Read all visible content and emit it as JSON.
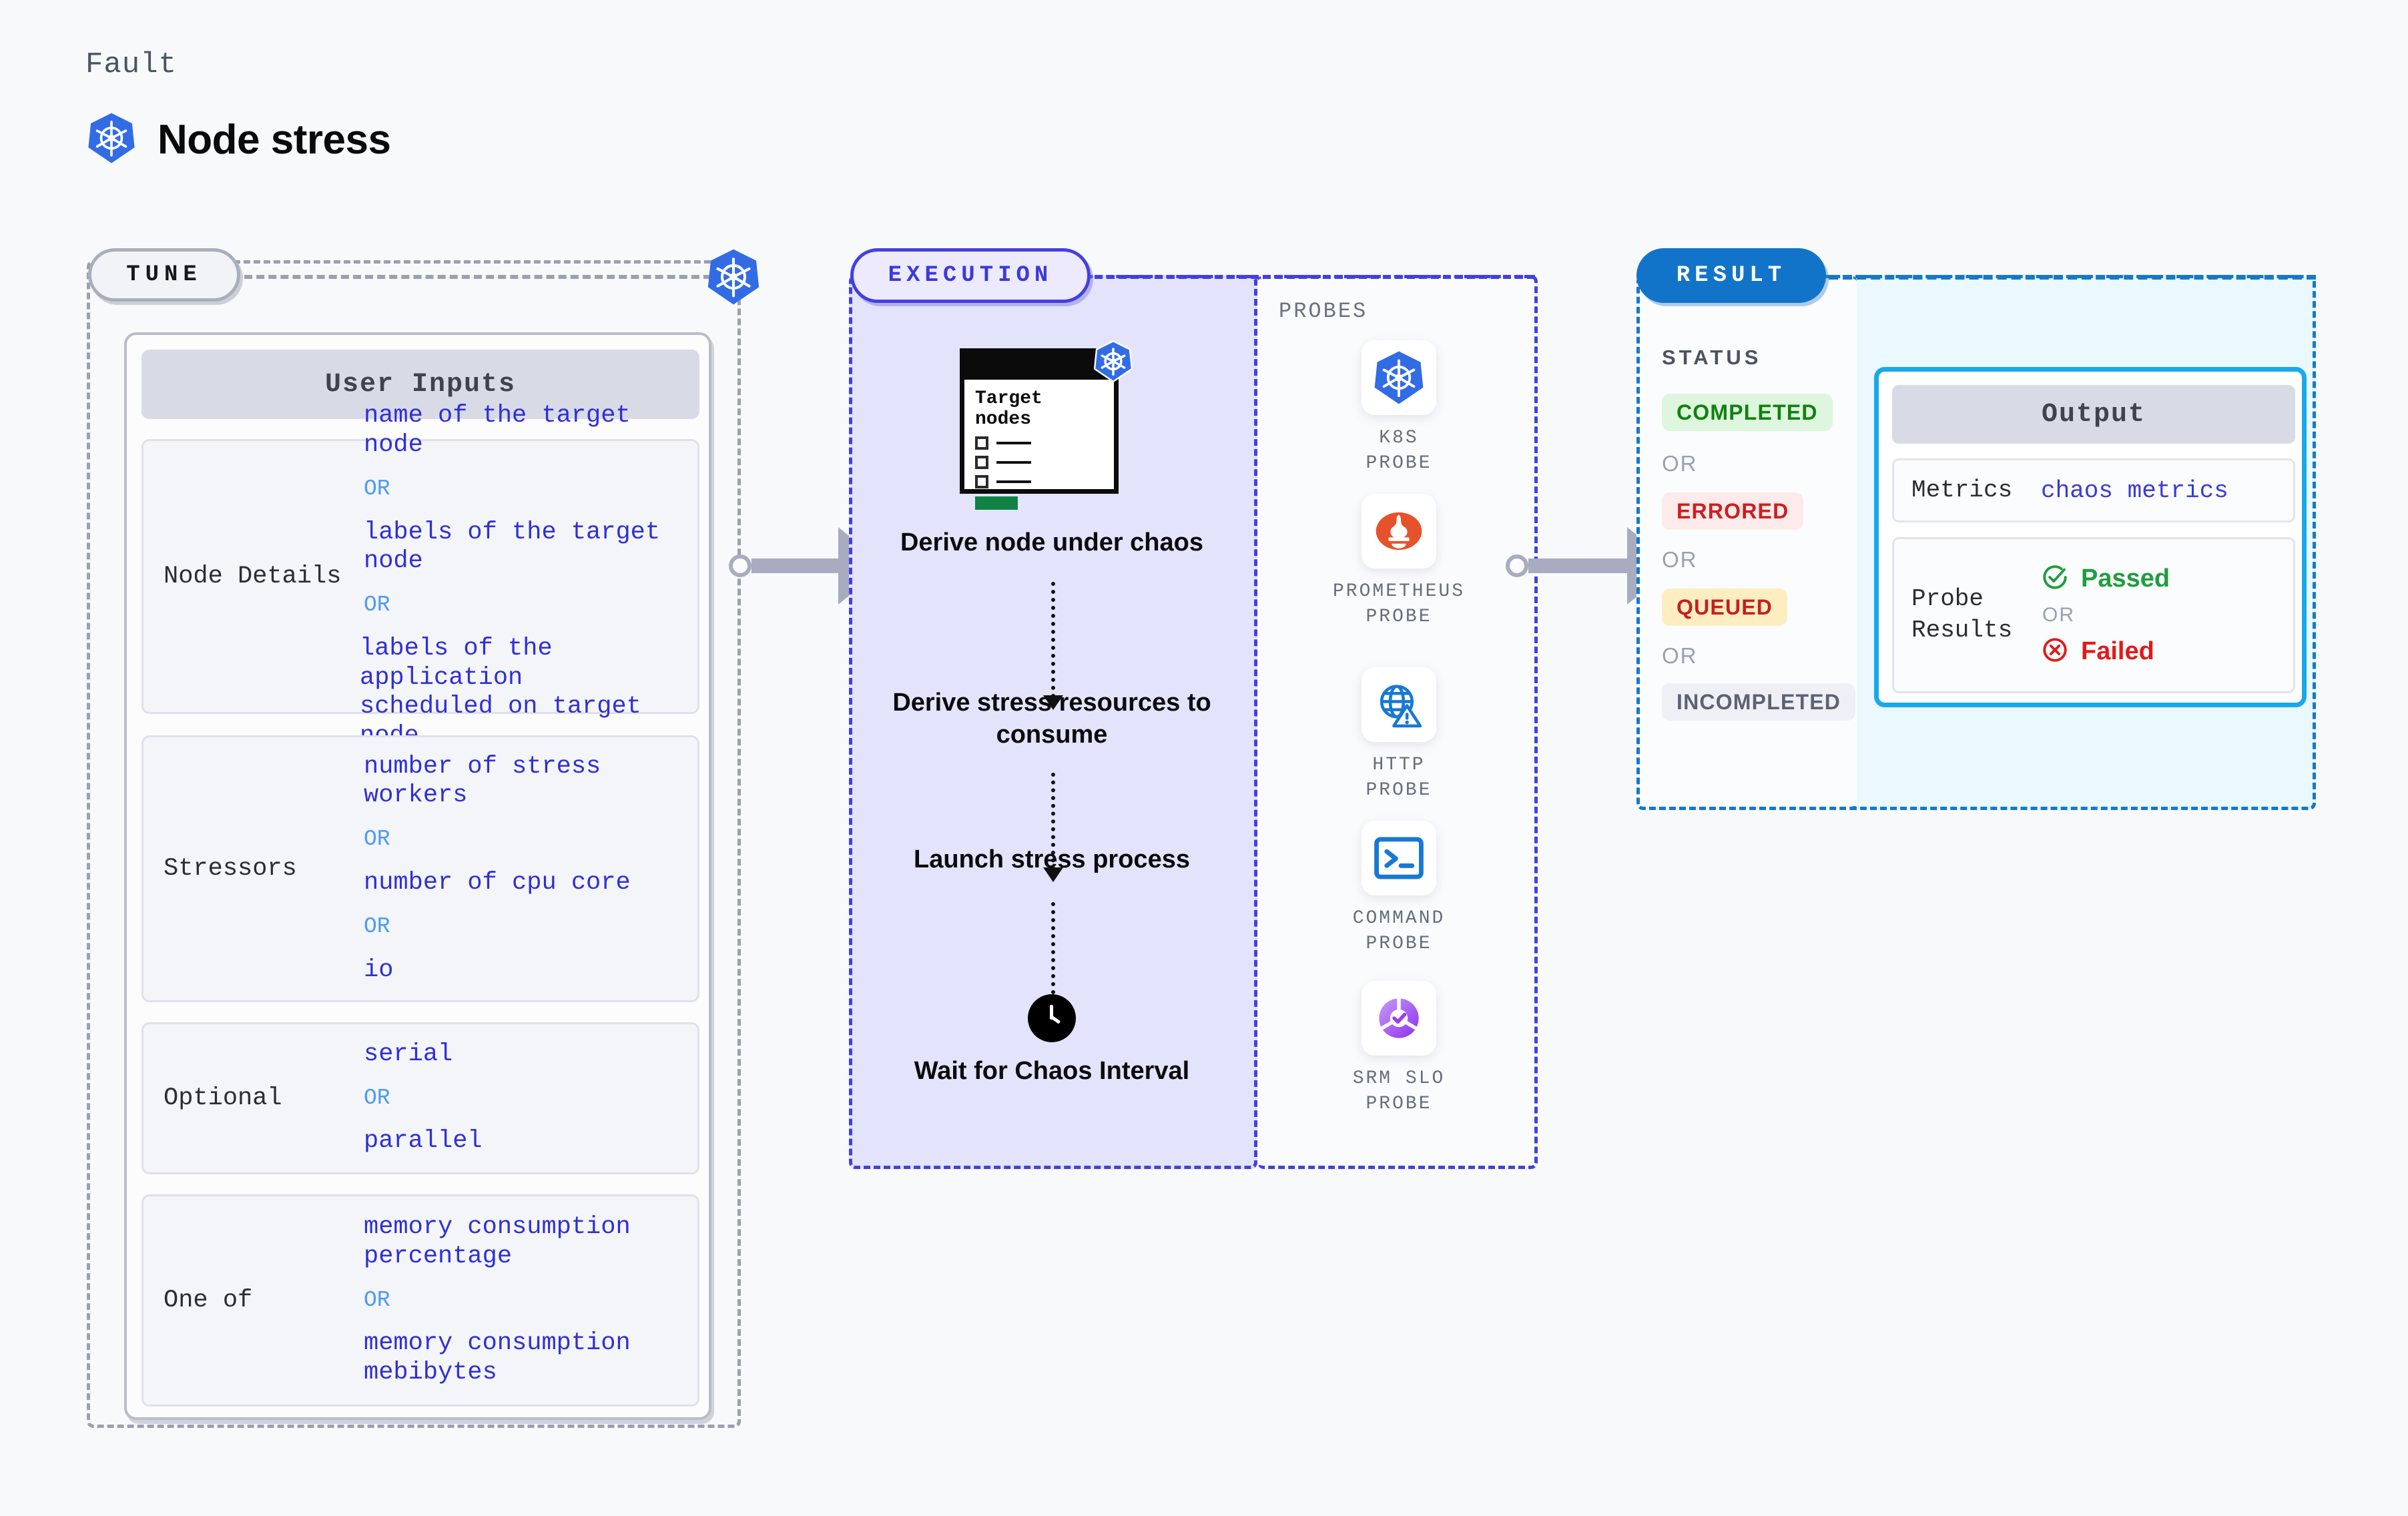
{
  "header": {
    "kicker": "Fault",
    "title": "Node stress",
    "icon": "kubernetes-icon"
  },
  "tune": {
    "pill_label": "TUNE",
    "icon": "kubernetes-icon",
    "card_title": "User Inputs",
    "rows": [
      {
        "label": "Node Details",
        "values": [
          "name of the target node",
          "labels of the target node",
          "labels of the application\n scheduled on target node"
        ],
        "separator": "OR"
      },
      {
        "label": "Stressors",
        "values": [
          "number of stress workers",
          "number of cpu core",
          "io"
        ],
        "separator": "OR"
      },
      {
        "label": "Optional",
        "values": [
          "serial",
          "parallel"
        ],
        "separator": "OR"
      },
      {
        "label": "One of",
        "values": [
          "memory consumption percentage",
          "memory consumption mebibytes"
        ],
        "separator": "OR"
      }
    ]
  },
  "execution": {
    "pill_label": "EXECUTION",
    "target_card": {
      "title_line1": "Target",
      "title_line2": "nodes",
      "icon": "kubernetes-icon"
    },
    "steps": [
      "Derive node under chaos",
      "Derive stress resources to consume",
      "Launch stress process",
      "Wait for Chaos Interval"
    ],
    "clock_icon": "clock-icon",
    "probes_label": "PROBES",
    "probes": [
      {
        "name": "K8S PROBE",
        "icon": "kubernetes-icon"
      },
      {
        "name": "PROMETHEUS PROBE",
        "icon": "prometheus-icon"
      },
      {
        "name": "HTTP PROBE",
        "icon": "http-globe-warning-icon"
      },
      {
        "name": "COMMAND PROBE",
        "icon": "terminal-icon"
      },
      {
        "name": "SRM SLO PROBE",
        "icon": "srm-slo-icon"
      }
    ]
  },
  "result": {
    "pill_label": "RESULT",
    "status_label": "STATUS",
    "separator": "OR",
    "statuses": [
      {
        "label": "COMPLETED",
        "bg": "#ddf6dd",
        "fg": "#118011"
      },
      {
        "label": "ERRORED",
        "bg": "#fdeaea",
        "fg": "#cc1f1f"
      },
      {
        "label": "QUEUED",
        "bg": "#fdeec2",
        "fg": "#c41f1f"
      },
      {
        "label": "INCOMPLETED",
        "bg": "#eff0f6",
        "fg": "#5c6272"
      }
    ],
    "output": {
      "title": "Output",
      "metrics_label": "Metrics",
      "metrics_value": "chaos metrics",
      "probe_results_label": "Probe Results",
      "passed_label": "Passed",
      "failed_label": "Failed",
      "separator": "OR",
      "passed_icon": "check-circle-icon",
      "failed_icon": "x-circle-icon",
      "passed_color": "#1f9d3c",
      "failed_color": "#e01b1b"
    }
  },
  "connectors": [
    {
      "name": "tune-to-execution"
    },
    {
      "name": "execution-to-result"
    }
  ]
}
